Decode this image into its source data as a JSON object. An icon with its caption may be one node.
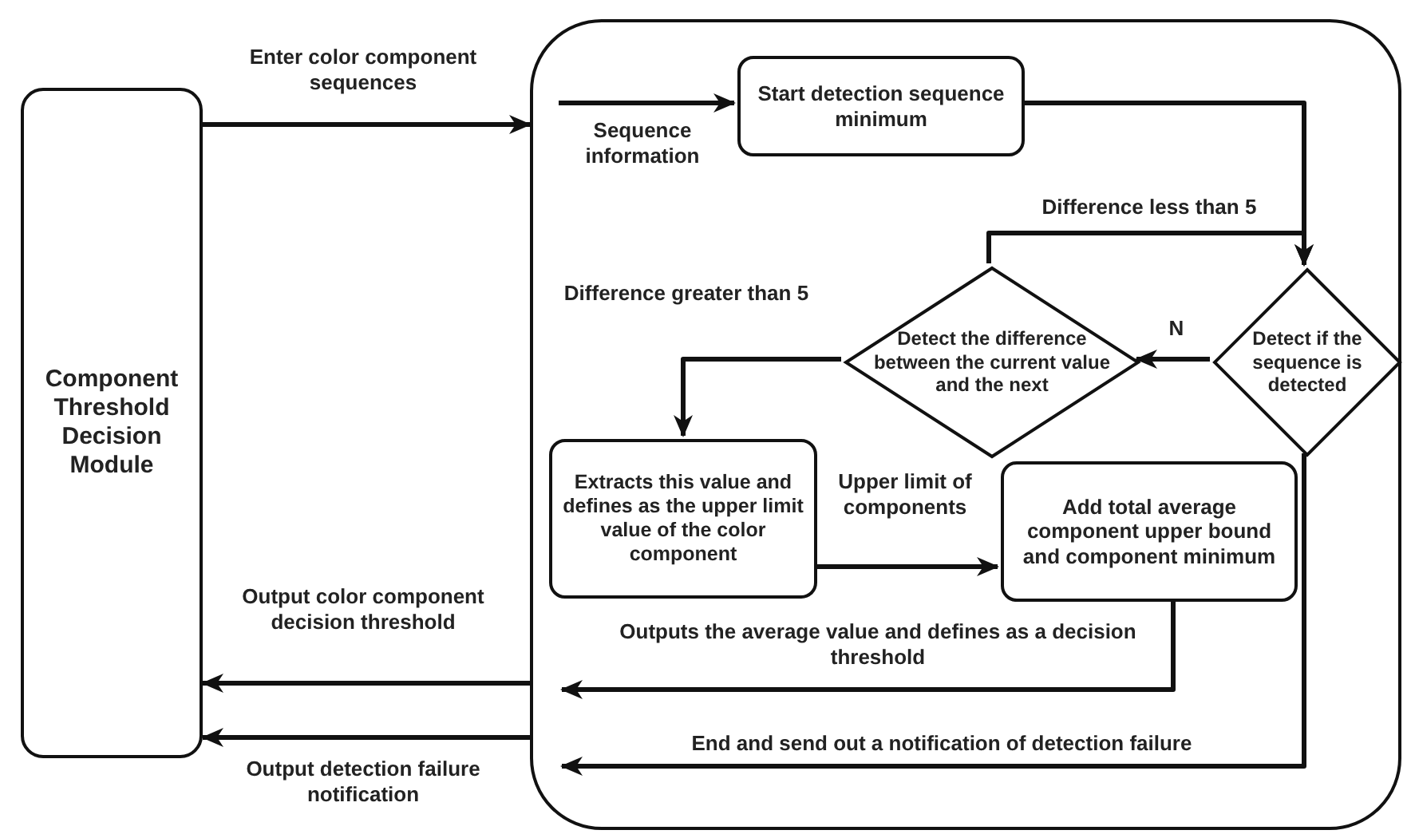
{
  "diagram": {
    "nodes": [
      {
        "text": [
          "Component Threshold Decision Module"
        ]
      },
      {
        "text": [],
        "shape": "box"
      },
      {
        "text": [
          "Start detection sequence minimum"
        ],
        "in": 1
      },
      {
        "text": [
          "Detect if the sequence is detected"
        ],
        "in": 1
      },
      {
        "text": [
          "Detect the difference between the current value and the next"
        ],
        "in": 1
      },
      {
        "text": [
          "Extracts this value and defines as the upper limit value of the color component"
        ],
        "in": 1
      },
      {
        "text": [
          "Add total average component upper bound and component minimum"
        ],
        "in": 1
      }
    ],
    "edges": [
      {
        "from": 0,
        "to": 1,
        "arrow": "to",
        "label": "Enter color component sequences"
      },
      {
        "from": null,
        "to": 2,
        "arrow": "to",
        "label": "Sequence information"
      },
      {
        "from": 2,
        "to": 3,
        "arrow": "to"
      },
      {
        "from": 3,
        "to": 4,
        "arrow": "to",
        "label": "N"
      },
      {
        "from": 4,
        "to": 3,
        "arrow": "to",
        "label": "Difference less than 5"
      },
      {
        "from": 4,
        "to": 5,
        "arrow": "to",
        "label": "Difference greater than 5"
      },
      {
        "from": 5,
        "to": 6,
        "arrow": "to",
        "label": "Upper limit of components"
      },
      {
        "from": 6,
        "to": null,
        "arrow": "to",
        "label": "Outputs the average value and defines as a decision threshold"
      },
      {
        "from": 3,
        "to": null,
        "arrow": "to",
        "label": "End and send out a notification of detection failure"
      },
      {
        "from": 1,
        "to": 0,
        "arrow": "to",
        "label": "Output color component decision threshold"
      },
      {
        "from": 1,
        "to": 0,
        "arrow": "to",
        "label": "Output detection failure notification"
      }
    ]
  }
}
